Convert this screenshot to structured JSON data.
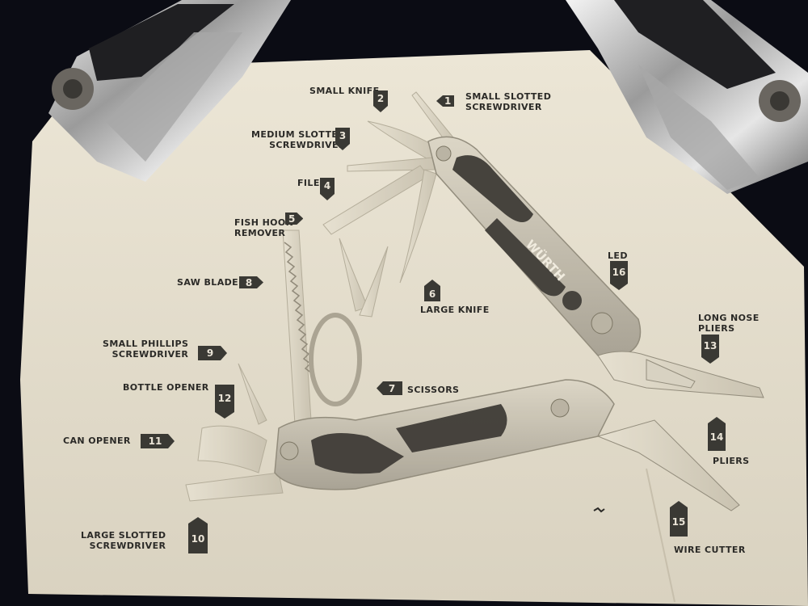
{
  "brand_logo": "WÜRTH",
  "labels": {
    "l1": {
      "num": "1",
      "text1": "SMALL SLOTTED",
      "text2": "SCREWDRIVER"
    },
    "l2": {
      "num": "2",
      "text1": "SMALL KNIFE"
    },
    "l3": {
      "num": "3",
      "text1": "MEDIUM SLOTTED",
      "text2": "SCREWDRIVER"
    },
    "l4": {
      "num": "4",
      "text1": "FILE"
    },
    "l5": {
      "num": "5",
      "text1": "FISH HOOK",
      "text2": "REMOVER"
    },
    "l6": {
      "num": "6",
      "text1": "LARGE KNIFE"
    },
    "l7": {
      "num": "7",
      "text1": "SCISSORS"
    },
    "l8": {
      "num": "8",
      "text1": "SAW BLADE"
    },
    "l9": {
      "num": "9",
      "text1": "SMALL PHILLIPS",
      "text2": "SCREWDRIVER"
    },
    "l10": {
      "num": "10",
      "text1": "LARGE SLOTTED",
      "text2": "SCREWDRIVER"
    },
    "l11": {
      "num": "11",
      "text1": "CAN OPENER"
    },
    "l12": {
      "num": "12",
      "text1": "BOTTLE OPENER"
    },
    "l13": {
      "num": "13",
      "text1": "LONG NOSE",
      "text2": "PLIERS"
    },
    "l14": {
      "num": "14",
      "text1": "PLIERS"
    },
    "l15": {
      "num": "15",
      "text1": "WIRE CUTTER"
    },
    "l16": {
      "num": "16",
      "text1": "LED"
    }
  }
}
